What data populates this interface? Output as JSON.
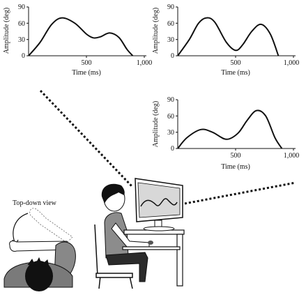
{
  "caption": {
    "top_down_view": "Top-down view"
  },
  "plots": [
    {
      "ylabel": "Amplitude (deg)",
      "xlabel": "Time (ms)",
      "y_ticks": [
        "0",
        "30",
        "60",
        "90"
      ],
      "x_ticks": [
        "500",
        "1,000"
      ]
    },
    {
      "ylabel": "Amplitude (deg)",
      "xlabel": "Time (ms)",
      "y_ticks": [
        "0",
        "30",
        "60",
        "90"
      ],
      "x_ticks": [
        "500",
        "1,000"
      ]
    },
    {
      "ylabel": "Amplitude (deg)",
      "xlabel": "Time (ms)",
      "y_ticks": [
        "0",
        "30",
        "60",
        "90"
      ],
      "x_ticks": [
        "500",
        "1,000"
      ]
    }
  ],
  "chart_data": [
    {
      "type": "line",
      "xlim": [
        0,
        1000
      ],
      "ylim": [
        0,
        90
      ],
      "x": [
        0,
        100,
        200,
        290,
        400,
        500,
        560,
        620,
        700,
        780,
        850,
        900
      ],
      "values": [
        0,
        25,
        58,
        70,
        60,
        40,
        33,
        35,
        42,
        34,
        12,
        0
      ]
    },
    {
      "type": "line",
      "xlim": [
        0,
        1000
      ],
      "ylim": [
        0,
        90
      ],
      "x": [
        0,
        100,
        180,
        250,
        320,
        420,
        500,
        560,
        640,
        720,
        800,
        870
      ],
      "values": [
        0,
        30,
        60,
        70,
        62,
        25,
        10,
        20,
        45,
        58,
        40,
        0
      ]
    },
    {
      "type": "line",
      "xlim": [
        0,
        1000
      ],
      "ylim": [
        0,
        90
      ],
      "x": [
        0,
        80,
        200,
        300,
        420,
        520,
        600,
        680,
        760,
        840,
        900
      ],
      "values": [
        0,
        20,
        35,
        30,
        17,
        28,
        52,
        70,
        60,
        20,
        0
      ]
    }
  ]
}
